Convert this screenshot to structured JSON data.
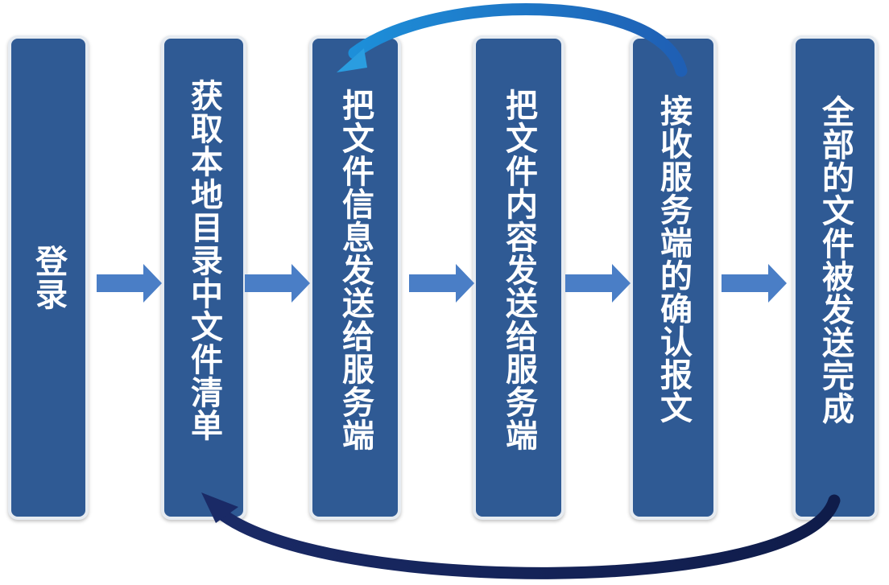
{
  "steps": [
    "登录",
    "获取本地目录中文件清单",
    "把文件信息发送给服务端",
    "把文件内容发送给服务端",
    "接收服务端的确认报文",
    "全部的文件被发送完成"
  ],
  "colors": {
    "box_fill": "#2f5a94",
    "box_border": "#e6ebf1",
    "arrow_fill": "#4a7ec6",
    "loop_top": "#2a9de0",
    "loop_bottom": "#1e2f6a"
  }
}
